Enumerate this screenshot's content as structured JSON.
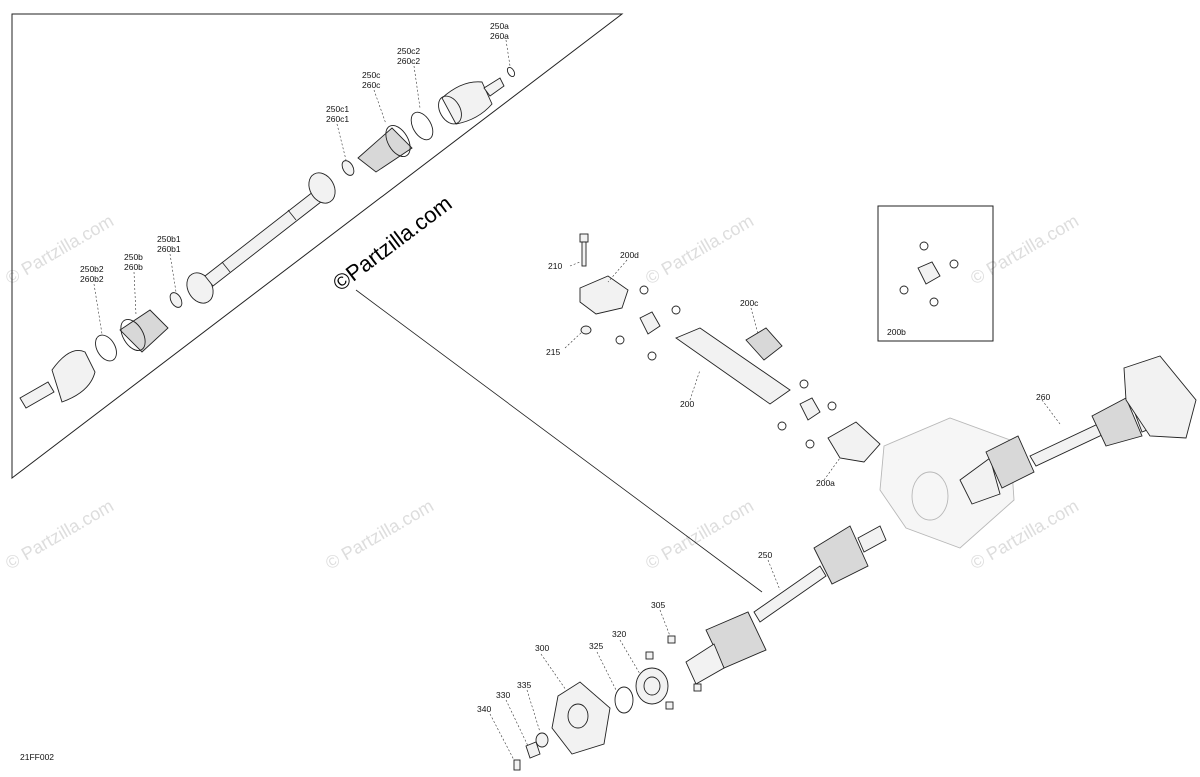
{
  "watermarks": {
    "main": "©Partzilla.com",
    "repeat": "© Partzilla.com"
  },
  "diagram_code": "21FF002",
  "labels": {
    "l210": "210",
    "l200d": "200d",
    "l200c": "200c",
    "l215": "215",
    "l200": "200",
    "l200a": "200a",
    "l200b": "200b",
    "l260": "260",
    "l250": "250",
    "l305": "305",
    "l300": "300",
    "l325": "325",
    "l320": "320",
    "l335": "335",
    "l330": "330",
    "l340": "340",
    "l250a": "250a",
    "l260a": "260a",
    "l250c2": "250c2",
    "l260c2": "260c2",
    "l250c": "250c",
    "l260c": "260c",
    "l250c1": "250c1",
    "l260c1": "260c1",
    "l250b1": "250b1",
    "l260b1": "260b1",
    "l250b": "250b",
    "l260b": "260b",
    "l250b2": "250b2",
    "l260b2": "260b2"
  }
}
